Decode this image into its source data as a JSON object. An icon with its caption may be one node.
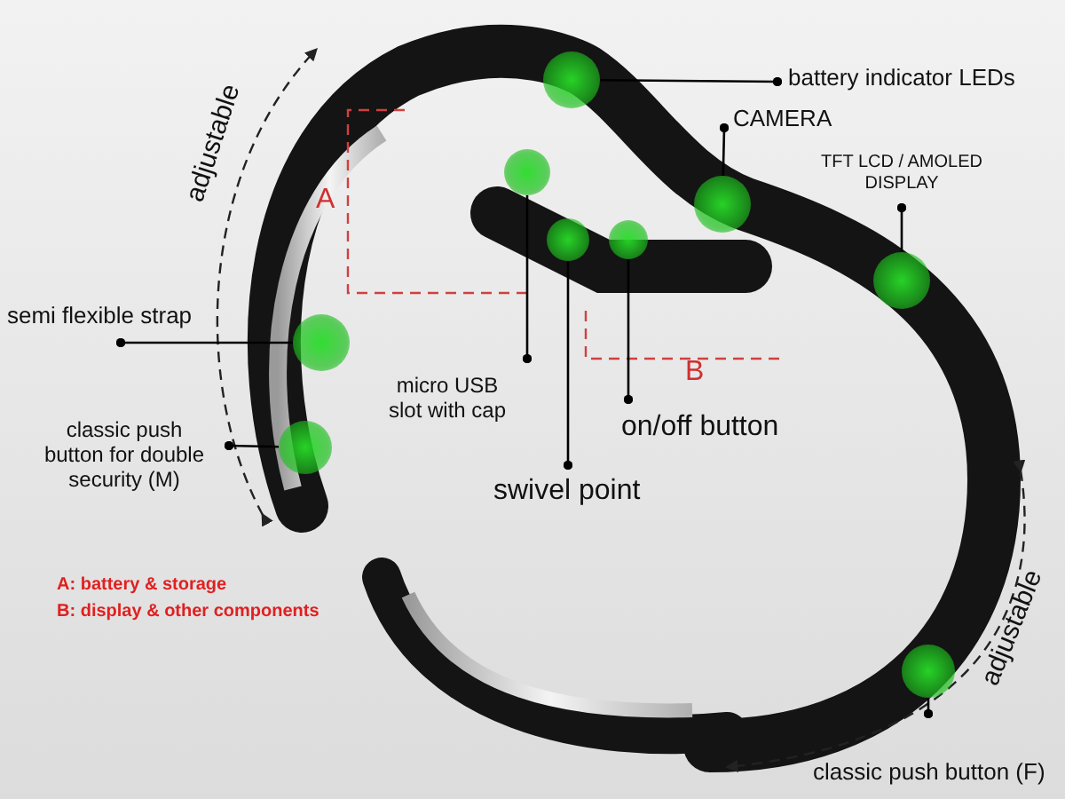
{
  "diagram": {
    "nodes": [
      {
        "text": [
          "battery indicator LEDs"
        ]
      },
      {
        "text": [],
        "shape": "circle"
      },
      {
        "text": [
          "CAMERA"
        ]
      },
      {
        "text": [],
        "shape": "circle"
      },
      {
        "text": [
          "TFT LCD / AMOLED DISPLAY"
        ]
      },
      {
        "text": [],
        "shape": "circle"
      },
      {
        "text": [
          "semi flexible strap"
        ]
      },
      {
        "text": [],
        "shape": "circle"
      },
      {
        "text": [
          "classic push button for double security (M)"
        ]
      },
      {
        "text": [],
        "shape": "circle"
      },
      {
        "text": [
          "micro USB slot with cap"
        ]
      },
      {
        "text": [],
        "shape": "circle"
      },
      {
        "text": [
          "swivel point"
        ]
      },
      {
        "text": [],
        "shape": "circle"
      },
      {
        "text": [
          "on/off button"
        ]
      },
      {
        "text": [],
        "shape": "circle"
      },
      {
        "text": [
          "classic push button (F)"
        ]
      },
      {
        "text": [],
        "shape": "circle"
      }
    ],
    "edges": [
      {
        "from": 0,
        "to": 1,
        "arrow": "other"
      },
      {
        "from": 2,
        "to": 3,
        "arrow": "other"
      },
      {
        "from": 4,
        "to": 5,
        "arrow": "other"
      },
      {
        "from": 6,
        "to": 7,
        "arrow": "other"
      },
      {
        "from": 8,
        "to": 9,
        "arrow": "other"
      },
      {
        "from": 10,
        "to": 11,
        "arrow": "other"
      },
      {
        "from": 12,
        "to": 13,
        "arrow": "other"
      },
      {
        "from": 14,
        "to": 15,
        "arrow": "other"
      },
      {
        "from": 16,
        "to": 17,
        "arrow": "other"
      }
    ],
    "labels": [
      "A",
      "adjustable",
      "B",
      "adjustable",
      "A: battery & storage",
      "B: display & other components"
    ]
  }
}
